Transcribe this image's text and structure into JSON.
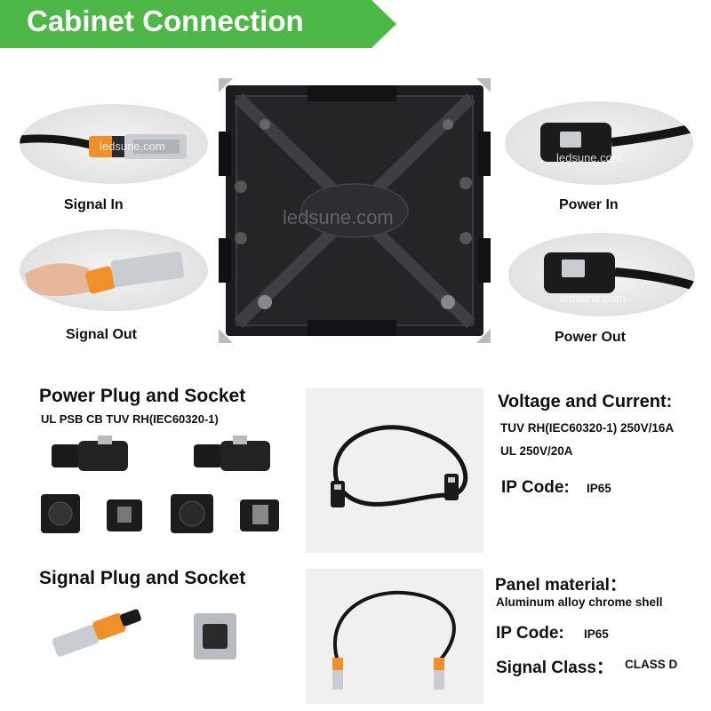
{
  "banner": {
    "title": "Cabinet Connection",
    "color": "#4db848"
  },
  "cabinet": {
    "watermark": "ledsune.com"
  },
  "connectors": {
    "signal_in": {
      "label": "Signal In",
      "watermark": "ledsune.com"
    },
    "signal_out": {
      "label": "Signal Out"
    },
    "power_in": {
      "label": "Power In",
      "watermark": "ledsune.com"
    },
    "power_out": {
      "label": "Power Out",
      "watermark": "ledsune.com"
    }
  },
  "power_section": {
    "heading": "Power Plug and Socket",
    "certs": "UL PSB CB TUV RH(IEC60320-1)",
    "voltage_heading": "Voltage and Current:",
    "voltage_line1": "TUV RH(IEC60320-1) 250V/16A",
    "voltage_line2": "UL 250V/20A",
    "ip_label": "IP Code:",
    "ip_value": "IP65"
  },
  "signal_section": {
    "heading": "Signal Plug and Socket",
    "material_label": "Panel material：",
    "material_value": "Aluminum alloy chrome shell",
    "ip_label": "IP Code:",
    "ip_value": "IP65",
    "class_label": "Signal Class：",
    "class_value": "CLASS D"
  },
  "colors": {
    "accent_green": "#4db848",
    "connector_orange": "#f0902a",
    "cable_black": "#151515"
  }
}
